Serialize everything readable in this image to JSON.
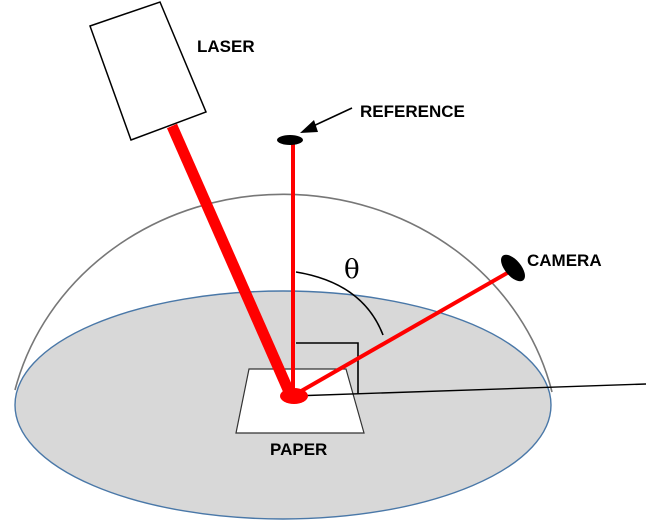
{
  "labels": {
    "laser": "LASER",
    "reference": "REFERENCE",
    "camera": "CAMERA",
    "paper": "PAPER",
    "angle": "θ"
  },
  "colors": {
    "beam": "#ff0000",
    "table": "#d8d8d8",
    "table_edge": "#4a78a8",
    "dome": "#777777",
    "outline": "#000000",
    "background": "#ffffff"
  }
}
